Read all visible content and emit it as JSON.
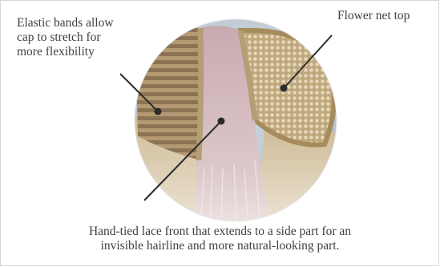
{
  "callouts": {
    "elastic": {
      "lines": [
        "Elastic bands allow",
        "cap to stretch for",
        "more flexibility"
      ]
    },
    "flower": {
      "lines": [
        "Flower net top"
      ]
    },
    "lace": {
      "lines": [
        "Hand-tied lace front that extends to a side part for an",
        "invisible hairline and more natural-looking part."
      ]
    }
  },
  "colors": {
    "text": "#3f3f3f",
    "leader": "#2b2b2b",
    "wig_hair": "#d9cbb3",
    "lace_pink": "#cdb2b6",
    "background_blue": "#b7c3cf",
    "border": "#d6d6d6"
  }
}
